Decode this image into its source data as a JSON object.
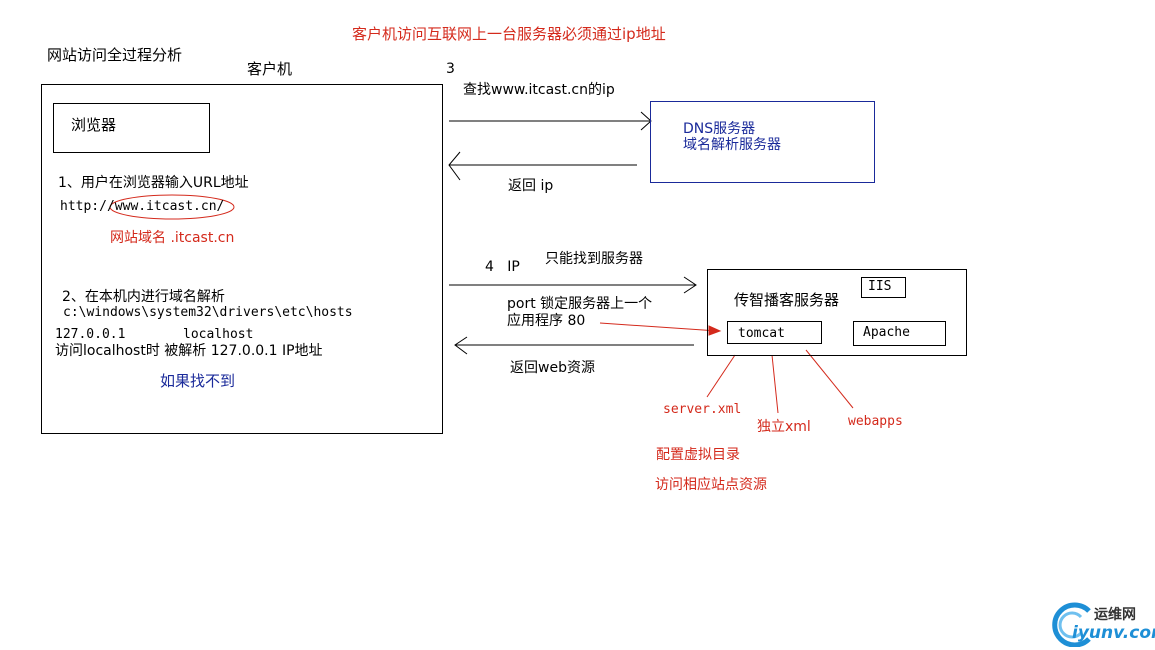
{
  "heading": "客户机访问互联网上一台服务器必须通过ip地址",
  "diagram_title": "网站访问全过程分析",
  "client": {
    "label": "客户机",
    "browser_label": "浏览器",
    "step1": "1、用户在浏览器输入URL地址",
    "url": "http://www.itcast.cn/",
    "domain_note": "网站域名 .itcast.cn",
    "step2": "2、在本机内进行域名解析",
    "hosts_path": "c:\\windows\\system32\\drivers\\etc\\hosts",
    "hosts_entry_ip": "127.0.0.1",
    "hosts_entry_name": "localhost",
    "resolve_note": "访问localhost时 被解析 127.0.0.1 IP地址",
    "not_found": "如果找不到"
  },
  "dns": {
    "step_number": "3",
    "query": "查找www.itcast.cn的ip",
    "reply": "返回 ip",
    "line1": "DNS服务器",
    "line2": "域名解析服务器"
  },
  "request": {
    "step": "4   IP",
    "ip_note": "只能找到服务器",
    "port_line1": "port 锁定服务器上一个",
    "port_line2": "应用程序 80",
    "reply": "返回web资源"
  },
  "server": {
    "label": "传智播客服务器",
    "iis": "IIS",
    "tomcat": "tomcat",
    "apache": "Apache"
  },
  "tomcat_parts": {
    "server_xml": "server.xml",
    "standalone_xml": "独立xml",
    "webapps": "webapps",
    "note1": "配置虚拟目录",
    "note2": "访问相应站点资源"
  },
  "watermark": {
    "line1": "运维网",
    "line2": "iyunv.com"
  },
  "colors": {
    "red": "#d42a1c",
    "blue": "#1a2a9a",
    "watermark_blue": "#1e8fd6"
  }
}
